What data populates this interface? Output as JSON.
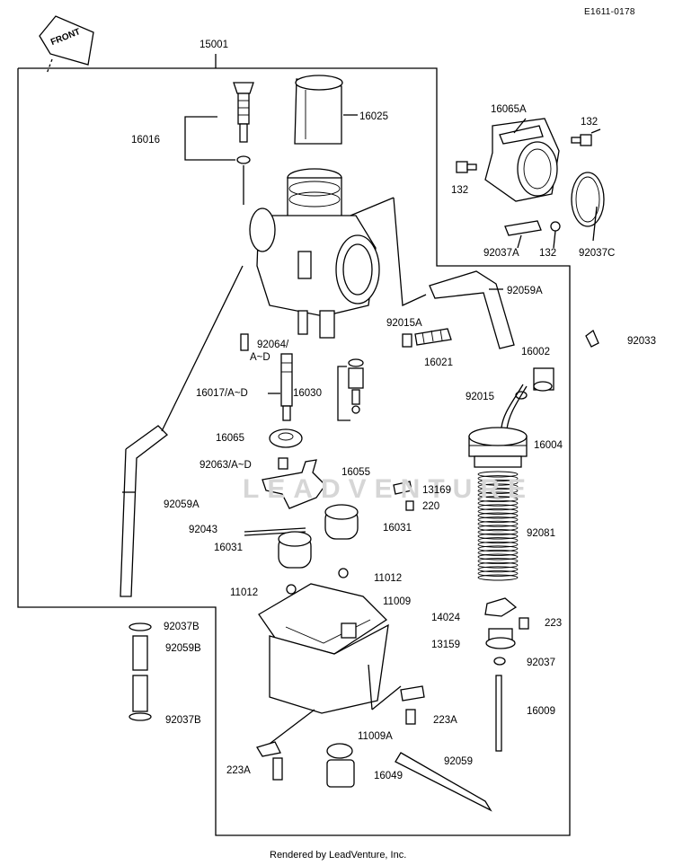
{
  "reference_code": "E1611-0178",
  "front_label": "FRONT",
  "assembly_label": "15001",
  "parts": [
    {
      "key": "p16016",
      "label": "16016"
    },
    {
      "key": "p16025",
      "label": "16025"
    },
    {
      "key": "p16065A",
      "label": "16065A"
    },
    {
      "key": "p132a",
      "label": "132"
    },
    {
      "key": "p132b",
      "label": "132"
    },
    {
      "key": "p132c",
      "label": "132"
    },
    {
      "key": "p92037A",
      "label": "92037A"
    },
    {
      "key": "p92037C",
      "label": "92037C"
    },
    {
      "key": "p92059A_top",
      "label": "92059A"
    },
    {
      "key": "p92015A",
      "label": "92015A"
    },
    {
      "key": "p16021",
      "label": "16021"
    },
    {
      "key": "p92064",
      "label": "92064/"
    },
    {
      "key": "p92064_sub",
      "label": "A~D"
    },
    {
      "key": "p92033",
      "label": "92033"
    },
    {
      "key": "p16002",
      "label": "16002"
    },
    {
      "key": "p92015",
      "label": "92015"
    },
    {
      "key": "p16017",
      "label": "16017/A~D"
    },
    {
      "key": "p16030",
      "label": "16030"
    },
    {
      "key": "p16004",
      "label": "16004"
    },
    {
      "key": "p16065",
      "label": "16065"
    },
    {
      "key": "p92063",
      "label": "92063/A~D"
    },
    {
      "key": "p16055",
      "label": "16055"
    },
    {
      "key": "p13169",
      "label": "13169"
    },
    {
      "key": "p220",
      "label": "220"
    },
    {
      "key": "p92059A_left",
      "label": "92059A"
    },
    {
      "key": "p92043",
      "label": "92043"
    },
    {
      "key": "p16031a",
      "label": "16031"
    },
    {
      "key": "p16031b",
      "label": "16031"
    },
    {
      "key": "p92081",
      "label": "92081"
    },
    {
      "key": "p11012a",
      "label": "11012"
    },
    {
      "key": "p11012b",
      "label": "11012"
    },
    {
      "key": "p11009",
      "label": "11009"
    },
    {
      "key": "p14024",
      "label": "14024"
    },
    {
      "key": "p223",
      "label": "223"
    },
    {
      "key": "p92037B_top",
      "label": "92037B"
    },
    {
      "key": "p92059B",
      "label": "92059B"
    },
    {
      "key": "p13159",
      "label": "13159"
    },
    {
      "key": "p92037",
      "label": "92037"
    },
    {
      "key": "p16009",
      "label": "16009"
    },
    {
      "key": "p92037B_bot",
      "label": "92037B"
    },
    {
      "key": "p223A_right",
      "label": "223A"
    },
    {
      "key": "p11009A",
      "label": "11009A"
    },
    {
      "key": "p223A_left",
      "label": "223A"
    },
    {
      "key": "p16049",
      "label": "16049"
    },
    {
      "key": "p92059",
      "label": "92059"
    }
  ],
  "watermark": "LEADVENTURE",
  "footer": "Rendered by LeadVenture, Inc."
}
